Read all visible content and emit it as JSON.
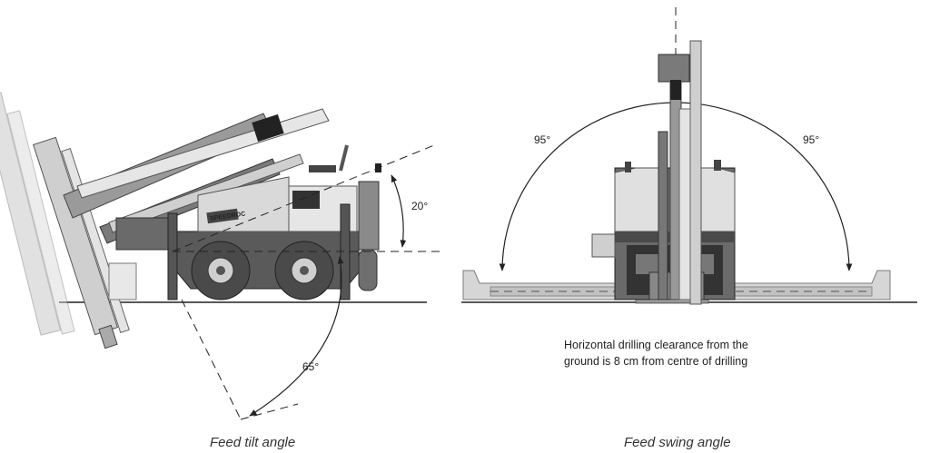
{
  "left_figure": {
    "angle_upper": "20°",
    "angle_lower": "65°",
    "caption": "Feed tilt angle",
    "machine_badge": "SPEEDROC"
  },
  "right_figure": {
    "angle_left": "95°",
    "angle_right": "95°",
    "caption": "Feed swing angle",
    "note_line1": "Horizontal drilling clearance from the",
    "note_line2": "ground is 8 cm from centre of drilling"
  },
  "colors": {
    "body_dark": "#5a5a5a",
    "body_mid": "#8c8c8c",
    "body_light": "#cfcfcf",
    "panel_white": "#f2f2f2",
    "line": "#222222"
  }
}
